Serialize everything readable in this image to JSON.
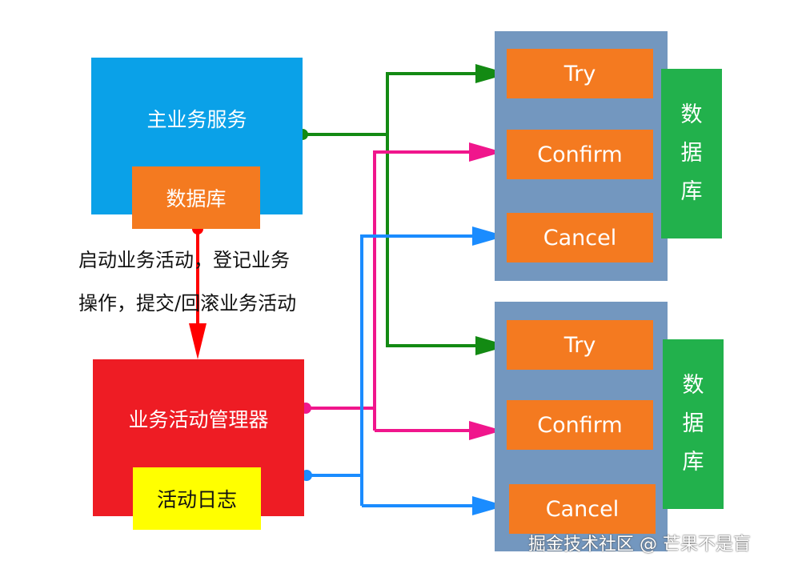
{
  "main_service": {
    "title": "主业务服务",
    "db_label": "数据库"
  },
  "caption": {
    "line1": "启动业务活动，登记业务",
    "line2": "操作，提交/回滚业务活动"
  },
  "manager": {
    "title": "业务活动管理器",
    "log_label": "活动日志"
  },
  "services": [
    {
      "ops": [
        "Try",
        "Confirm",
        "Cancel"
      ],
      "db_chars": [
        "数",
        "据",
        "库"
      ]
    },
    {
      "ops": [
        "Try",
        "Confirm",
        "Cancel"
      ],
      "db_chars": [
        "数",
        "据",
        "库"
      ]
    }
  ],
  "watermark": "掘金技术社区 @ 芒果不是盲",
  "colors": {
    "main_service": "#0aa1e8",
    "database": "#f47a20",
    "manager": "#ee1c24",
    "activity_log": "#ffff00",
    "service_panel": "#7397bf",
    "side_db": "#22b14c",
    "try_arrow": "#138a13",
    "confirm_arrow": "#f0168c",
    "cancel_arrow": "#1a8cff",
    "start_arrow": "#ff0000"
  }
}
